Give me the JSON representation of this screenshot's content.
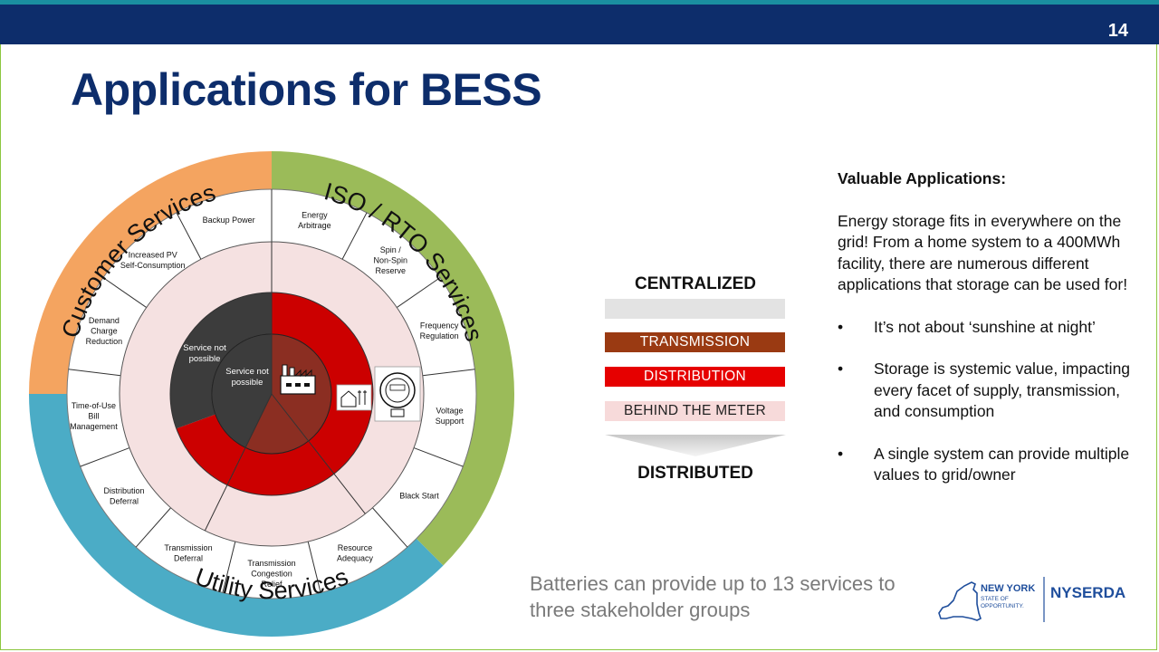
{
  "slide": {
    "page_number": "14",
    "title": "Applications for BESS",
    "caption": "Batteries can provide up to 13 services to three stakeholder groups"
  },
  "wheel": {
    "groups": [
      {
        "name": "Customer Services",
        "color": "#f4a460"
      },
      {
        "name": "ISO / RTO Services",
        "color": "#9bbb59"
      },
      {
        "name": "Utility Services",
        "color": "#4bacc6"
      }
    ],
    "services": [
      "Energy Arbitrage",
      "Spin / Non-Spin Reserve",
      "Frequency Regulation",
      "Voltage Support",
      "Black Start",
      "Resource Adequacy",
      "Transmission Congestion Relief",
      "Transmission Deferral",
      "Distribution Deferral",
      "Time-of-Use Bill Management",
      "Demand Charge Reduction",
      "Increased PV Self-Consumption",
      "Backup Power"
    ],
    "inner_labels": {
      "outer": "Service not possible",
      "inner": "Service not possible"
    },
    "icons": [
      "factory-icon",
      "house-solar-icon",
      "electric-meter-icon"
    ]
  },
  "tiers": {
    "top_label": "CENTRALIZED",
    "bottom_label": "DISTRIBUTED",
    "levels": [
      {
        "label": "",
        "color": "#e3e3e3"
      },
      {
        "label": "TRANSMISSION",
        "color": "#9a3a12"
      },
      {
        "label": "DISTRIBUTION",
        "color": "#e60000"
      },
      {
        "label": "BEHIND THE METER",
        "color": "#f7dada"
      }
    ]
  },
  "panel": {
    "heading": "Valuable Applications:",
    "body": "Energy storage fits in everywhere on the grid! From a home system to a 400MWh facility, there are numerous different applications that storage can be used for!",
    "bullets": [
      "It’s not about ‘sunshine at night’",
      "Storage is systemic value, impacting every facet of supply, transmission, and consumption",
      "A single system can provide multiple values to grid/owner"
    ]
  },
  "logo": {
    "state_name": "NEW YORK",
    "state_tagline_1": "STATE OF",
    "state_tagline_2": "OPPORTUNITY.",
    "agency": "NYSERDA"
  },
  "colors": {
    "navy": "#0d2d6b",
    "accent_teal": "#1a8fa0",
    "frame_green": "#8cc63f",
    "dark_gray": "#3c3c3c",
    "dist_red": "#cc0000",
    "trans_brown": "#8b2e22",
    "btm_pink": "#f5e1e1"
  }
}
